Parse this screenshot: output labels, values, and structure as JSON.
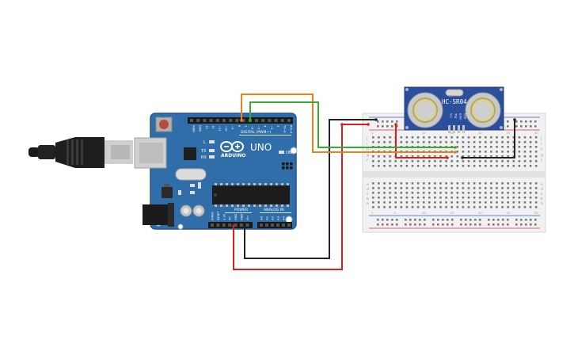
{
  "arduino": {
    "board_name": "UNO",
    "brand": "ARDUINO",
    "header_digital": "DIGITAL (PWM~)",
    "header_power": "POWER",
    "header_analog": "ANALOG IN",
    "led_l": "L",
    "led_tx": "TX",
    "led_rx": "RX",
    "led_on": "ON",
    "digital_pins": [
      "AREF",
      "GND",
      "13",
      "12",
      "~11",
      "~10",
      "~9",
      "8",
      "7",
      "~6",
      "~5",
      "4",
      "~3",
      "2",
      "TX→1",
      "RX←0"
    ],
    "power_pins": [
      "IOREF",
      "RESET",
      "3.3V",
      "5V",
      "GND",
      "GND",
      "Vin"
    ],
    "analog_pins": [
      "A0",
      "A1",
      "A2",
      "A3",
      "A4",
      "A5"
    ]
  },
  "sensor": {
    "label": "HC-SR04",
    "pins": [
      "Vcc",
      "Trig",
      "Echo",
      "Gnd"
    ]
  },
  "breadboard": {
    "row_letters_top": [
      "j",
      "i",
      "h",
      "g",
      "f"
    ],
    "row_letters_bottom": [
      "e",
      "d",
      "c",
      "b",
      "a"
    ],
    "column_marks": [
      "1",
      "5",
      "10",
      "15",
      "20",
      "25",
      "30"
    ]
  },
  "wires": [
    {
      "name": "5V",
      "color": "#d42020"
    },
    {
      "name": "GND",
      "color": "#222222"
    },
    {
      "name": "Trig",
      "color": "#e8821e"
    },
    {
      "name": "Echo",
      "color": "#3aaa35"
    }
  ],
  "colors": {
    "board": "#2f6ea8",
    "board_dark": "#24578a",
    "sensor_board": "#2b4f9a",
    "breadboard": "#f1f1f1",
    "rail_red": "#e03030",
    "rail_blue": "#3060c0"
  }
}
